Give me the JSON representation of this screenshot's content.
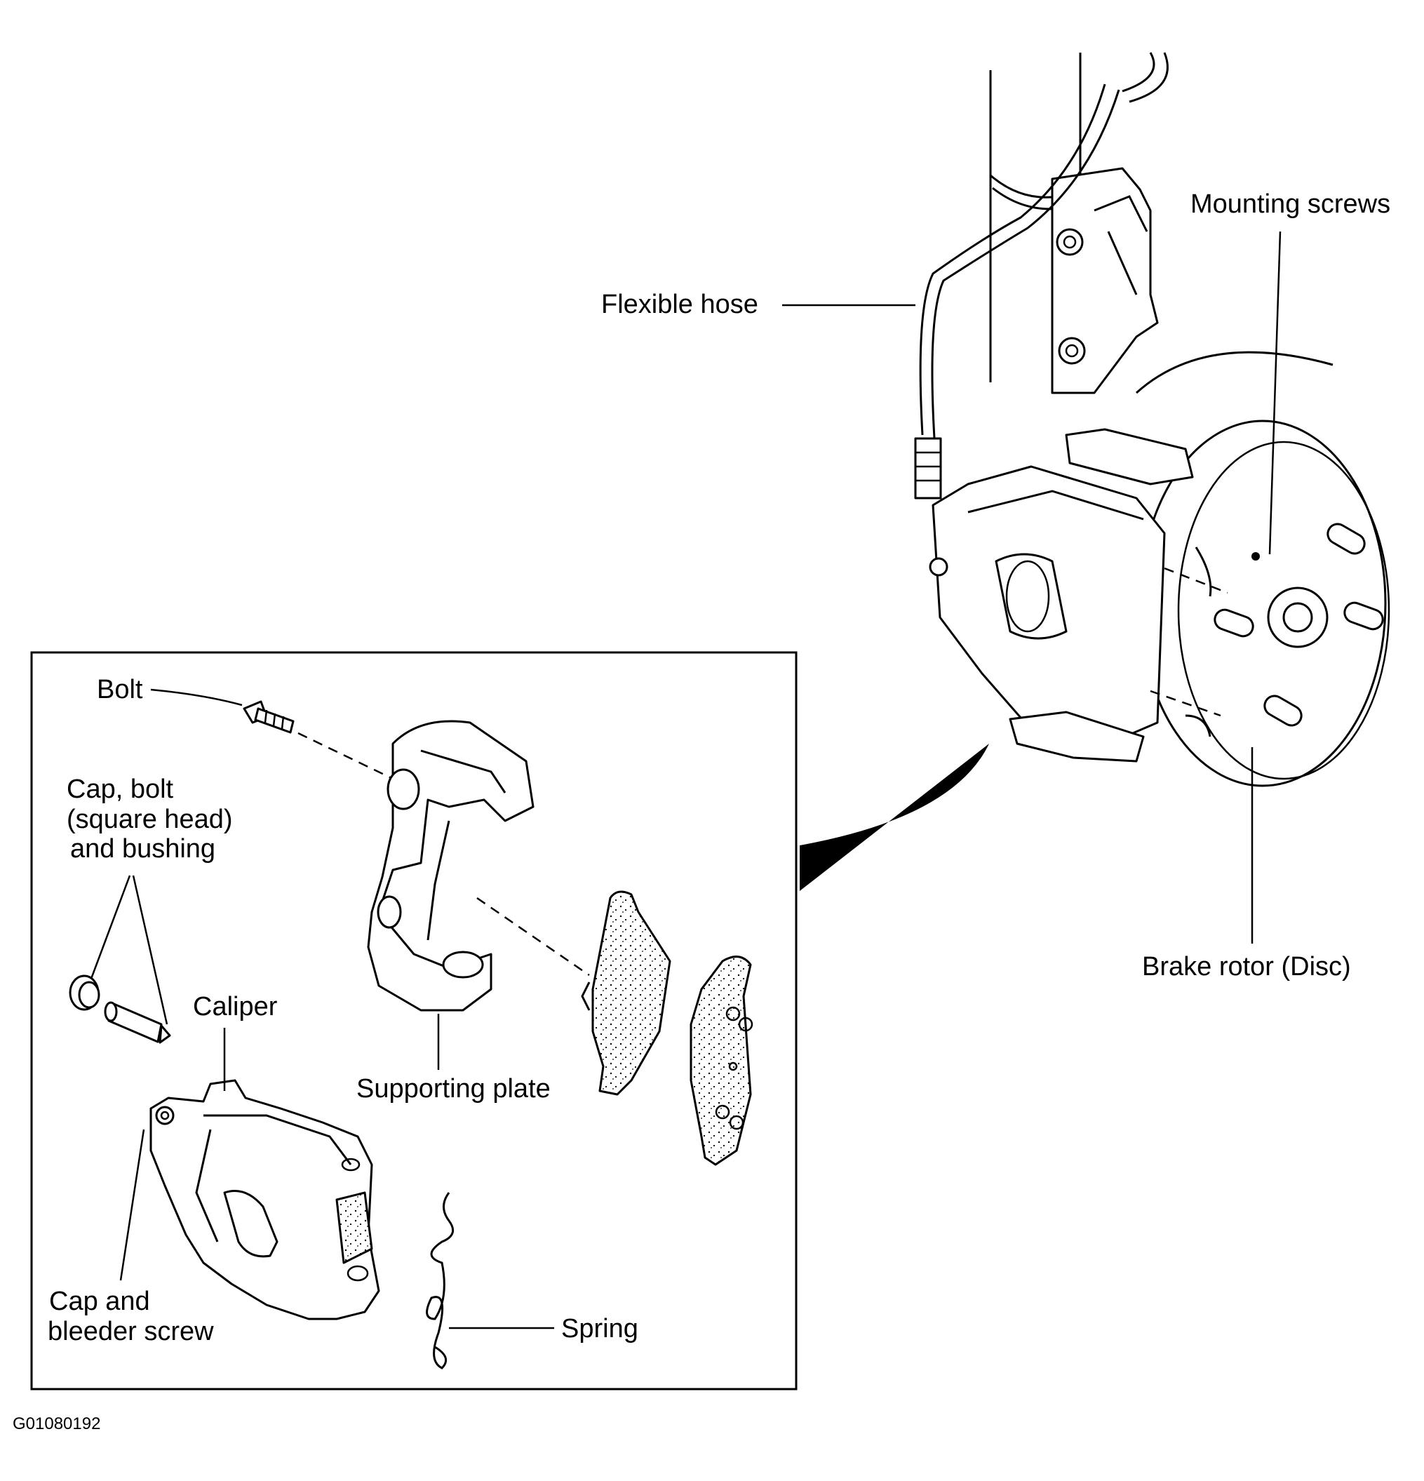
{
  "labels": {
    "mounting_screws": "Mounting screws",
    "flexible_hose": "Flexible hose",
    "brake_rotor": "Brake rotor (Disc)",
    "bolt": "Bolt",
    "cap_bolt_line1": "Cap, bolt",
    "cap_bolt_line2": "(square head)",
    "cap_bolt_line3": "and bushing",
    "caliper": "Caliper",
    "supporting_plate": "Supporting plate",
    "cap_bleeder_line1": "Cap and",
    "cap_bleeder_line2": "bleeder screw",
    "spring": "Spring"
  },
  "figure_id": "G01080192"
}
